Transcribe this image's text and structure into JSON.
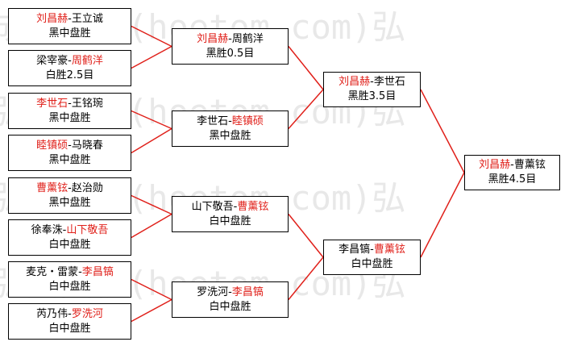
{
  "watermark": {
    "lines": [
      "成都围棋(hoetom.com)弘",
      "弘成围棋(hoetom.com)弘",
      "弘成围棋(hoetom.com)弘",
      "弘成围棋(hoetom.com)弘"
    ]
  },
  "colors": {
    "winner": "#e0201a",
    "line": "#e0201a",
    "text": "#000000"
  },
  "matches": [
    {
      "p1": "刘昌赫",
      "p2": "王立诚",
      "winner": 1,
      "result": "黑中盘胜"
    },
    {
      "p1": "梁宰豪",
      "p2": "周鹤洋",
      "winner": 2,
      "result": "白胜2.5目"
    },
    {
      "p1": "李世石",
      "p2": "王铭琬",
      "winner": 1,
      "result": "黑中盘胜"
    },
    {
      "p1": "睦镇硕",
      "p2": "马晓春",
      "winner": 1,
      "result": "黑中盘胜"
    },
    {
      "p1": "曹薰铉",
      "p2": "赵治勋",
      "winner": 1,
      "result": "黑中盘胜"
    },
    {
      "p1": "徐奉洙",
      "p2": "山下敬吾",
      "winner": 2,
      "result": "白中盘胜"
    },
    {
      "p1": "麦克・雷蒙",
      "p2": "李昌镐",
      "winner": 2,
      "result": "白中盘胜"
    },
    {
      "p1": "芮乃伟",
      "p2": "罗洗河",
      "winner": 2,
      "result": "白中盘胜"
    },
    {
      "p1": "刘昌赫",
      "p2": "周鹤洋",
      "winner": 1,
      "result": "黑胜0.5目"
    },
    {
      "p1": "李世石",
      "p2": "睦镇硕",
      "winner": 2,
      "result": "黑中盘胜"
    },
    {
      "p1": "山下敬吾",
      "p2": "曹薰铉",
      "winner": 2,
      "result": "白中盘胜"
    },
    {
      "p1": "罗洗河",
      "p2": "李昌镐",
      "winner": 2,
      "result": "白中盘胜"
    },
    {
      "p1": "刘昌赫",
      "p2": "李世石",
      "winner": 1,
      "result": "黑胜3.5目"
    },
    {
      "p1": "李昌镐",
      "p2": "曹薰铉",
      "winner": 2,
      "result": "白中盘胜"
    },
    {
      "p1": "刘昌赫",
      "p2": "曹薰铉",
      "winner": 1,
      "result": "黑胜4.5目"
    }
  ]
}
